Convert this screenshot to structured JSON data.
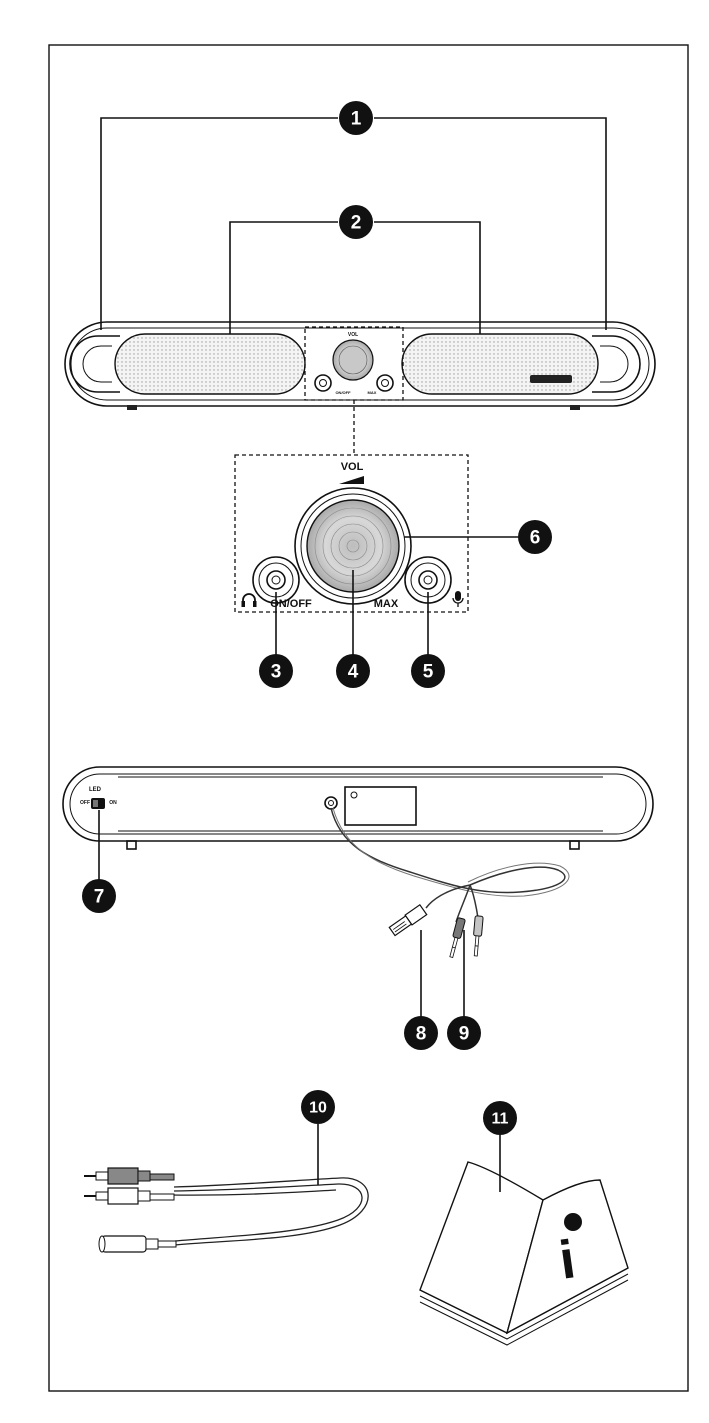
{
  "callouts": [
    "1",
    "2",
    "3",
    "4",
    "5",
    "6",
    "7",
    "8",
    "9",
    "10",
    "11"
  ],
  "labels": {
    "vol": "VOL",
    "on_off": "ON/OFF",
    "max": "MAX",
    "led": "LED",
    "off": "OFF",
    "on": "ON",
    "info_letter": "i"
  },
  "icons": [
    "headphone-icon",
    "microphone-icon",
    "info-icon"
  ]
}
